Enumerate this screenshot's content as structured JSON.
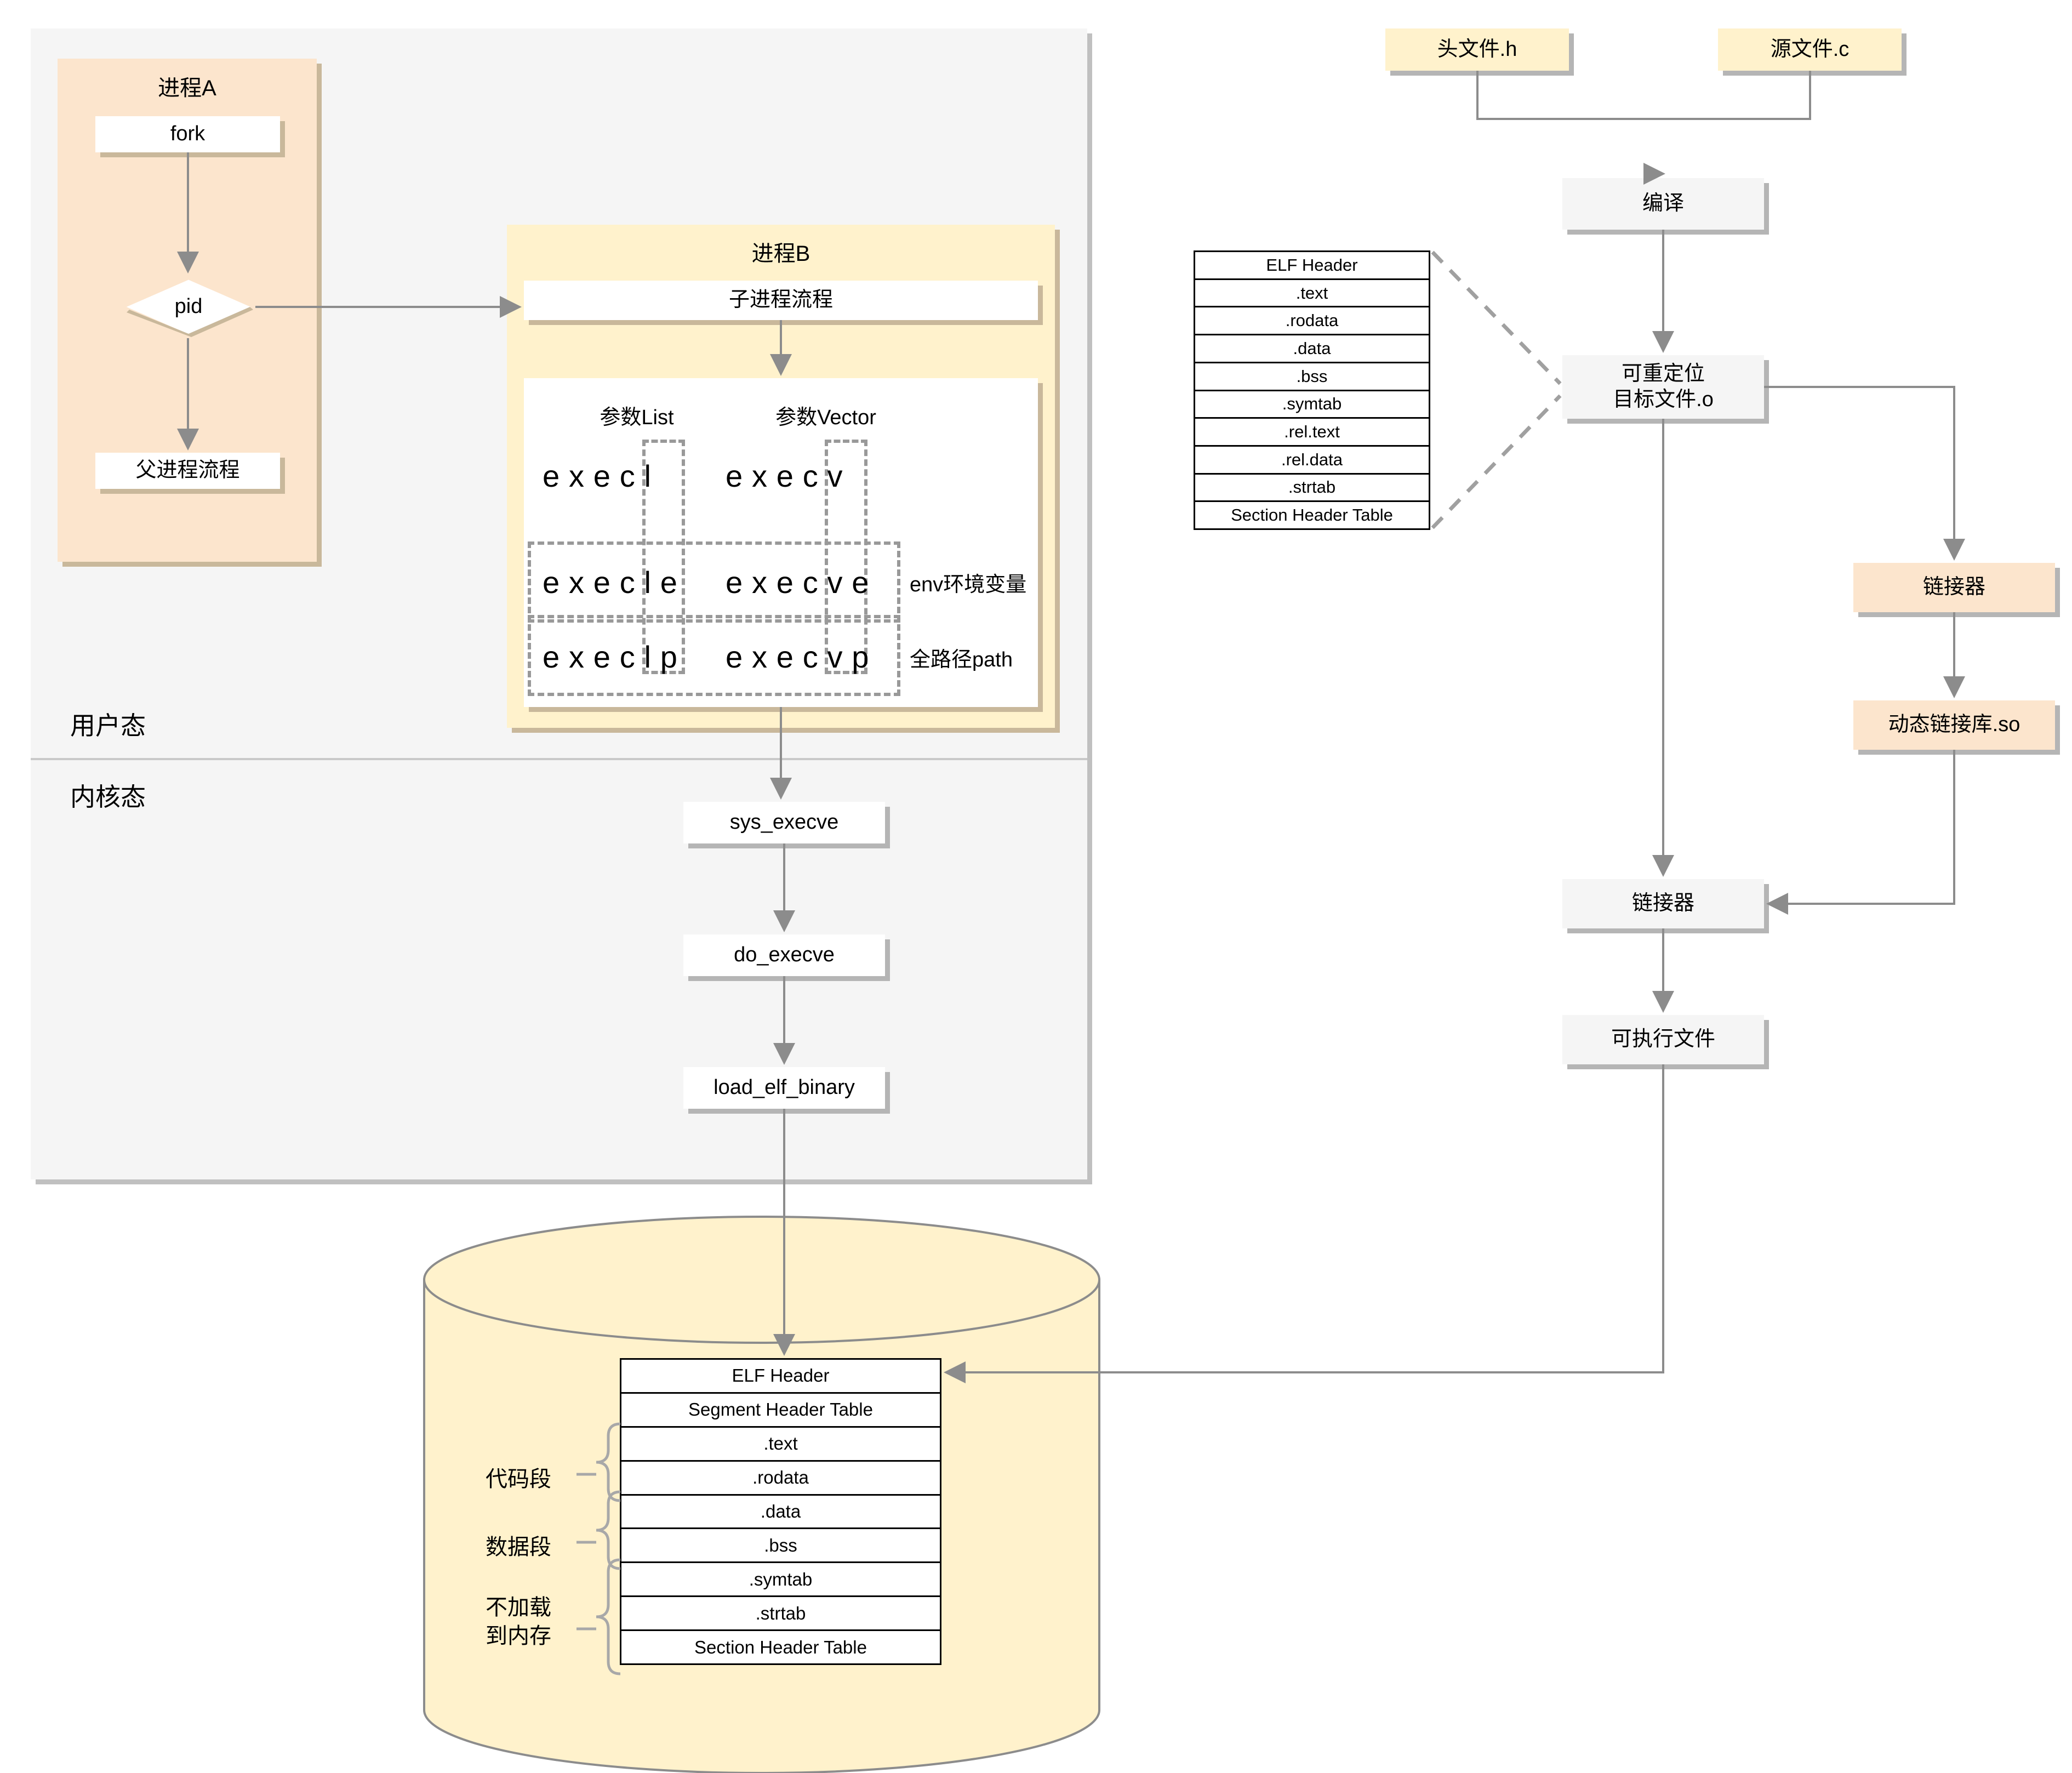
{
  "user_kernel": {
    "user_mode_label": "用户态",
    "kernel_mode_label": "内核态"
  },
  "process_a": {
    "title": "进程A",
    "fork_label": "fork",
    "pid_label": "pid",
    "parent_flow_label": "父进程流程"
  },
  "process_b": {
    "title": "进程B",
    "child_flow_label": "子进程流程",
    "col_headers": [
      "参数List",
      "参数Vector"
    ],
    "rows": [
      {
        "list": "execl",
        "vector": "execv",
        "note": ""
      },
      {
        "list": "execle",
        "vector": "execve",
        "note": "env环境变量"
      },
      {
        "list": "execlp",
        "vector": "execvp",
        "note": "全路径path"
      }
    ]
  },
  "kernel_chain": {
    "steps": [
      "sys_execve",
      "do_execve",
      "load_elf_binary"
    ]
  },
  "compile_pipeline": {
    "header_file": "头文件.h",
    "source_file": "源文件.c",
    "compile": "编译",
    "relocatable_object": "可重定位\n目标文件.o",
    "relocatable_object_line1": "可重定位",
    "relocatable_object_line2": "目标文件.o",
    "linker_dynamic": "链接器",
    "shared_library": "动态链接库.so",
    "linker_static": "链接器",
    "executable": "可执行文件"
  },
  "object_file_table": {
    "rows": [
      "ELF Header",
      ".text",
      ".rodata",
      ".data",
      ".bss",
      ".symtab",
      ".rel.text",
      ".rel.data",
      ".strtab",
      "Section Header Table"
    ]
  },
  "memory_image": {
    "rows": [
      "ELF Header",
      "Segment Header Table",
      ".text",
      ".rodata",
      ".data",
      ".bss",
      ".symtab",
      ".strtab",
      "Section Header Table"
    ],
    "brace_labels": [
      {
        "text": "代码段"
      },
      {
        "text": "数据段"
      },
      {
        "line1": "不加载",
        "line2": "到内存"
      }
    ]
  },
  "colors": {
    "peach": "#fce5cd",
    "yellow": "#fff2cc",
    "gray_box": "#f5f5f5",
    "backdrop": "#f5f5f5",
    "shadow": "#b5b5b5",
    "shadow_tan": "#c9b89b",
    "stroke": "#8c8c8c",
    "dash": "#999999",
    "table_border": "#000000"
  }
}
